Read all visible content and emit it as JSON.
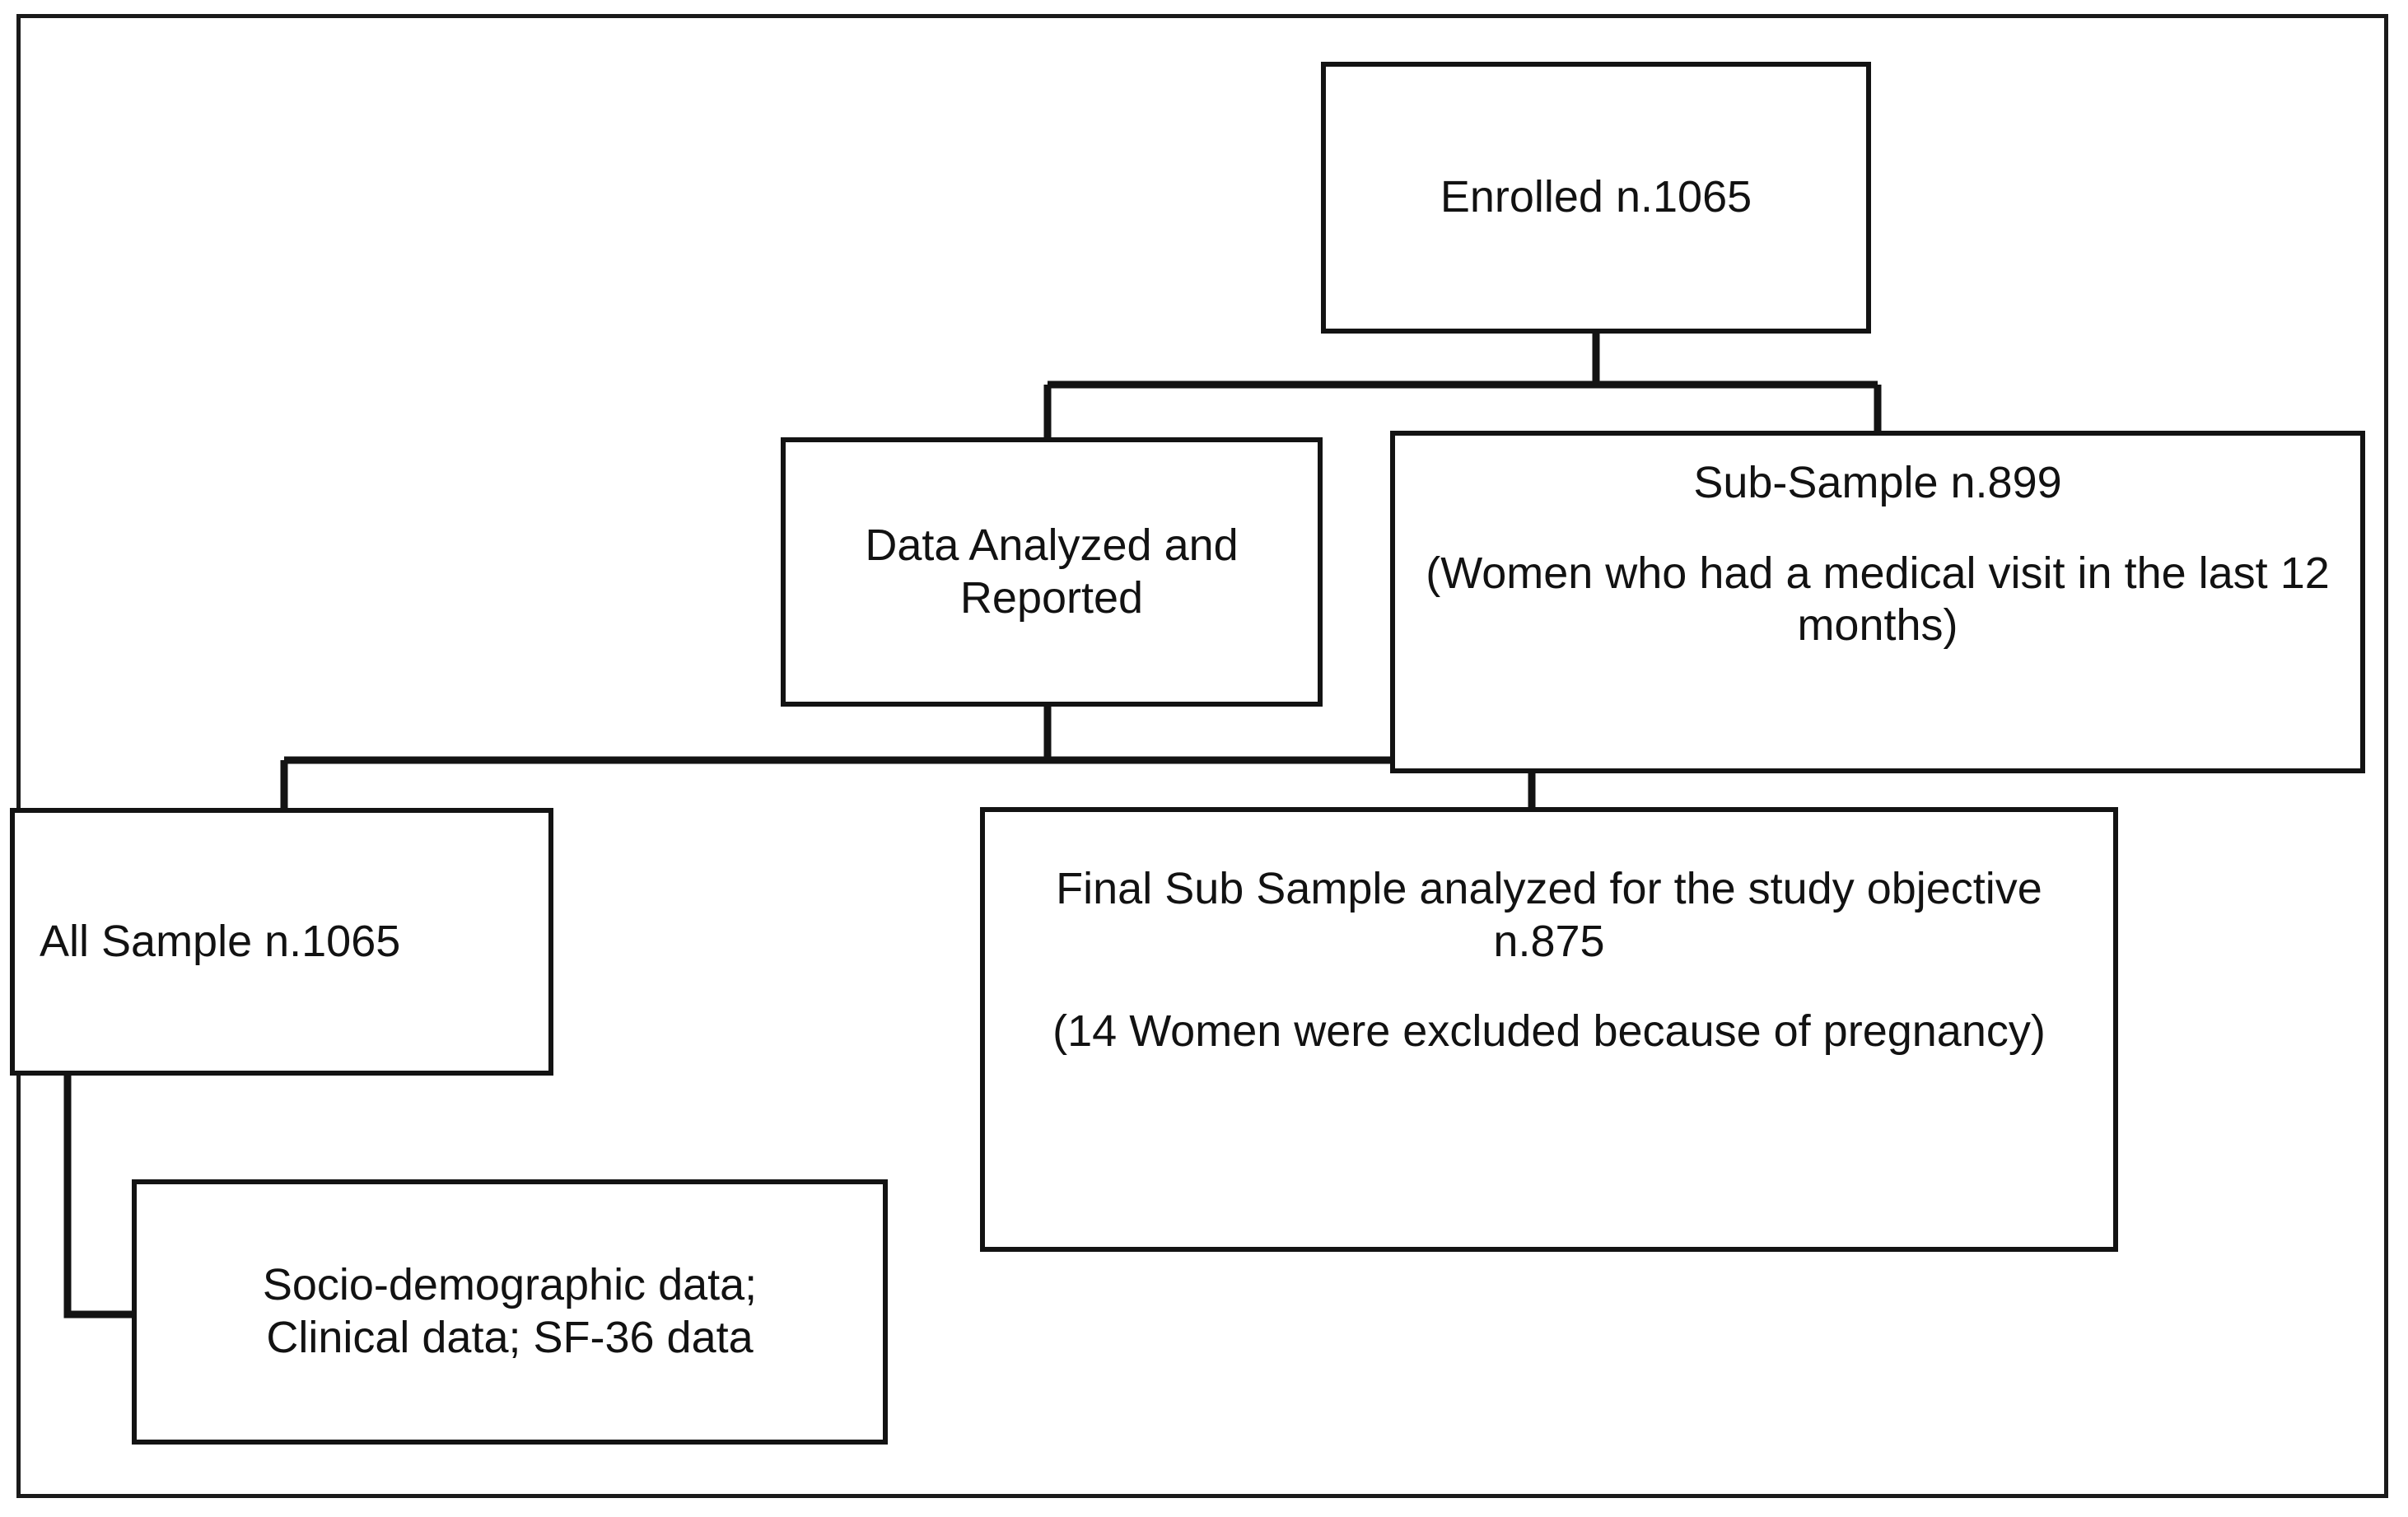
{
  "diagram": {
    "title": "Study participant flow diagram",
    "type": "flowchart",
    "stroke_color": "#131313",
    "background_color": "#ffffff"
  },
  "nodes": {
    "enrolled": {
      "id": "enrolled",
      "lines": [
        "Enrolled n.1065"
      ]
    },
    "data_analyzed": {
      "id": "data-analyzed-and-reported",
      "lines": [
        "Data Analyzed and Reported"
      ]
    },
    "sub_sample": {
      "id": "sub-sample",
      "line1": "Sub-Sample n.899",
      "line2": "(Women who had a medical visit in the last 12 months)"
    },
    "all_sample": {
      "id": "all-sample",
      "lines": [
        "All Sample n.1065"
      ]
    },
    "final_sub_sample": {
      "id": "final-sub-sample",
      "line1": "Final Sub Sample analyzed for the study objective n.875",
      "line2": "(14 Women were excluded because of pregnancy)"
    },
    "data_types": {
      "id": "data-types",
      "line1": "Socio-demographic data;",
      "line2": "Clinical data; SF-36 data"
    }
  },
  "edges": [
    {
      "from": "enrolled",
      "to": "data-analyzed-and-reported"
    },
    {
      "from": "enrolled",
      "to": "sub-sample"
    },
    {
      "from": "data-analyzed-and-reported",
      "to": "all-sample"
    },
    {
      "from": "data-analyzed-and-reported",
      "to": "sub-sample"
    },
    {
      "from": "sub-sample",
      "to": "final-sub-sample"
    },
    {
      "from": "all-sample",
      "to": "data-types"
    }
  ]
}
